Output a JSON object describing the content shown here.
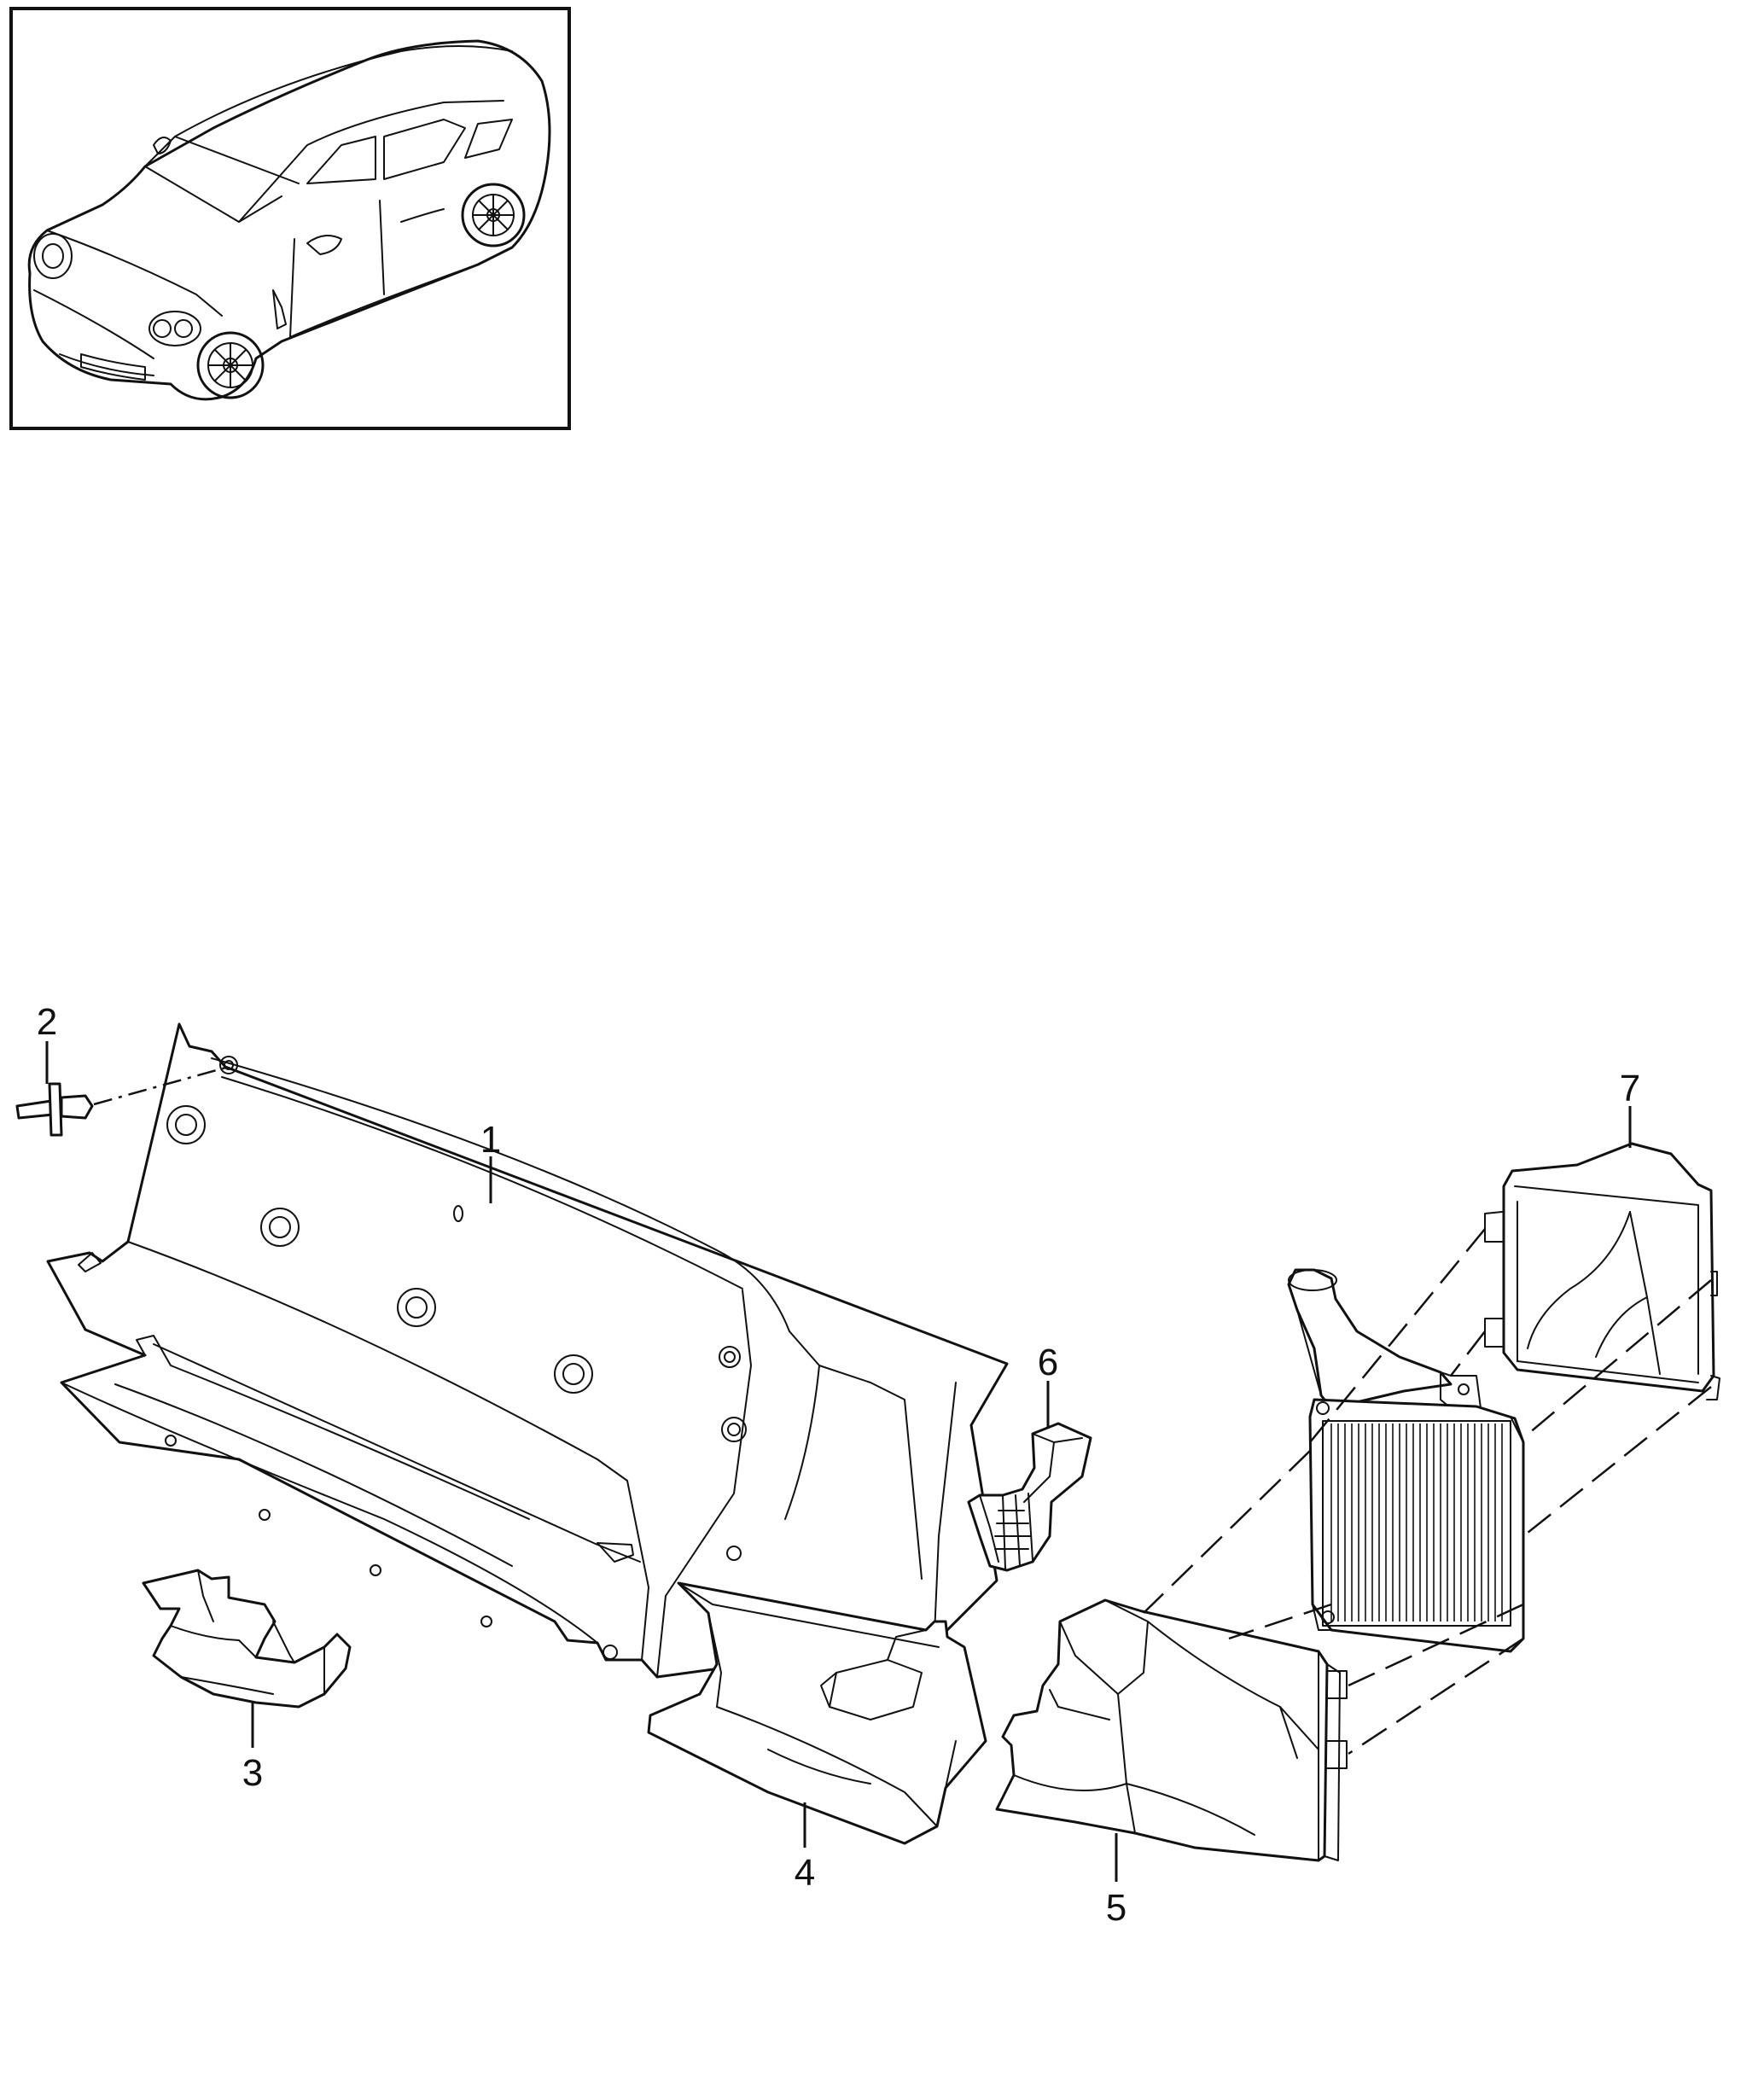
{
  "callouts": [
    {
      "id": 1,
      "label": "1"
    },
    {
      "id": 2,
      "label": "2"
    },
    {
      "id": 3,
      "label": "3"
    },
    {
      "id": 4,
      "label": "4"
    },
    {
      "id": 5,
      "label": "5"
    },
    {
      "id": 6,
      "label": "6"
    },
    {
      "id": 7,
      "label": "7"
    }
  ],
  "colors": {
    "line": "#111111",
    "background": "#ffffff"
  },
  "inset": {
    "icon": "vehicle-overview-sketch"
  }
}
